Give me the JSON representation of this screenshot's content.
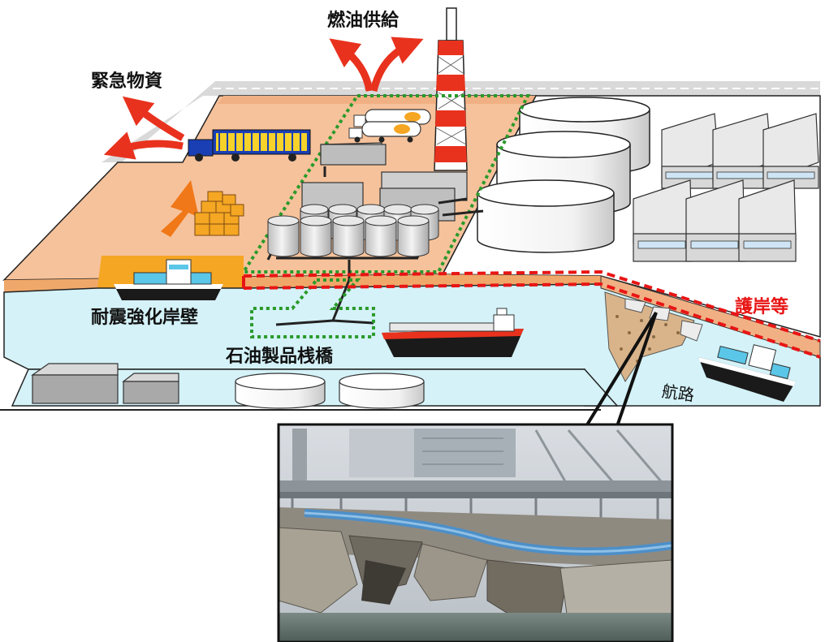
{
  "labels": {
    "emergency_supplies": "緊急物資",
    "fuel_supply": "燃油供給",
    "quake_resistant_quay": "耐震強化岸壁",
    "oil_products_pier": "石油製品桟橋",
    "seawall": "護岸等",
    "channel": "航路"
  },
  "colors": {
    "land": "#f6c29b",
    "land_dark": "#f0a86a",
    "quay": "#f5a623",
    "water": "#d4f2f8",
    "road": "#d9d9d9",
    "arrow_red": "#e8321e",
    "arrow_orange": "#f07818",
    "highlight_red": "#e81515",
    "highlight_green": "#2a9a2a",
    "tank_gray": "#cfcfcf"
  },
  "icons": [
    "truck-icon",
    "tanker-truck-icon",
    "oil-tank-icon",
    "chimney-icon",
    "warehouse-icon",
    "container-ship-icon",
    "oil-tanker-ship-icon",
    "cargo-boxes-icon",
    "arrow-icon"
  ]
}
